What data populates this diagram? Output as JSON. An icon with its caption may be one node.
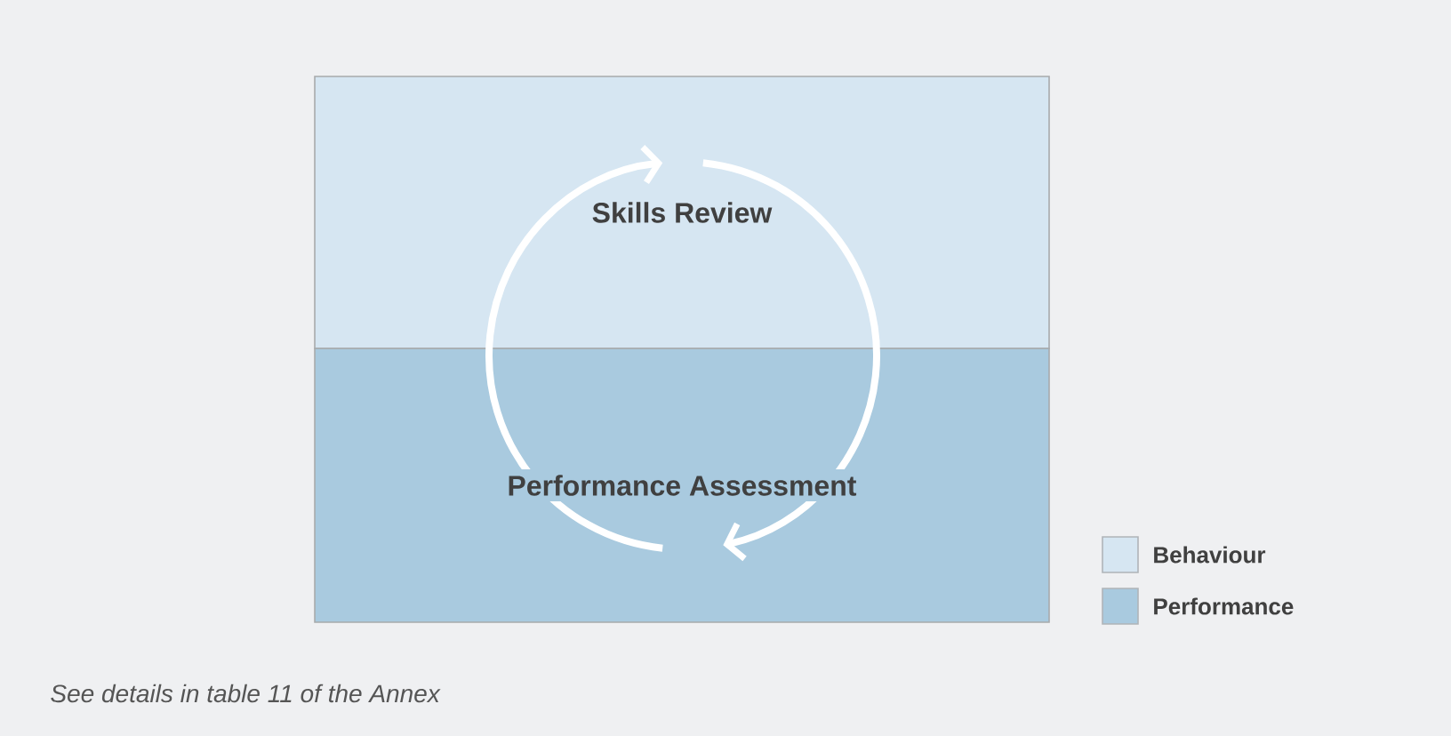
{
  "diagram": {
    "caption": "See details in table 11 of the Annex",
    "nodes": [
      {
        "text": [
          "Skills Review"
        ]
      },
      {
        "text": [
          "Performance Assessment"
        ]
      }
    ],
    "edges": [
      {
        "from": 0,
        "to": 1,
        "arrow": "to"
      },
      {
        "from": 1,
        "to": 0,
        "arrow": "to"
      }
    ],
    "legend": [
      {
        "text": "Behaviour",
        "color": "#d6e6f2"
      },
      {
        "text": "Performance",
        "color": "#a9cadf"
      }
    ]
  }
}
